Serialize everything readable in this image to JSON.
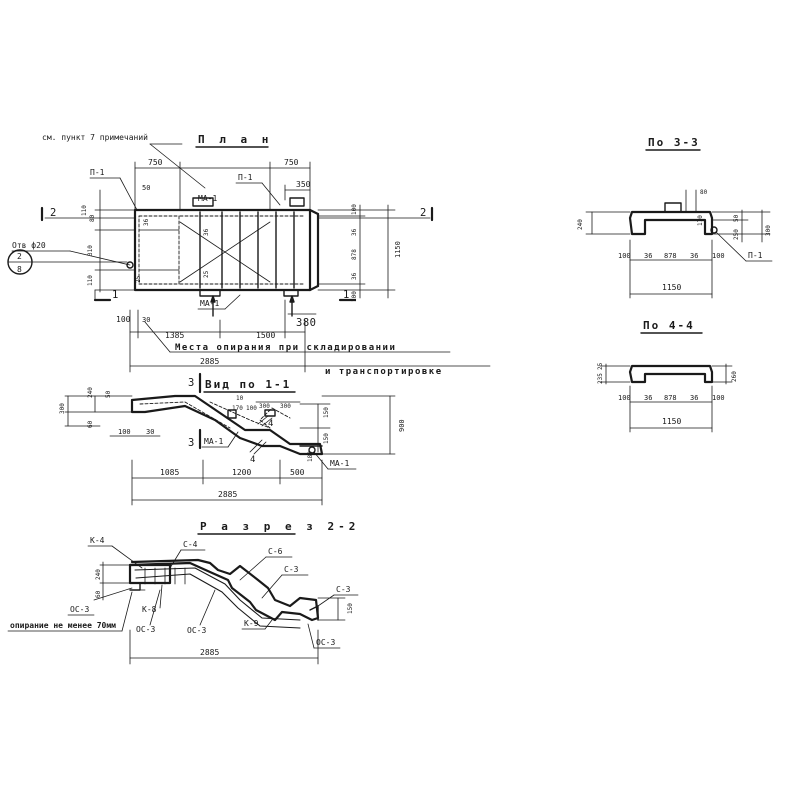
{
  "plan": {
    "title": "П л а н",
    "note_ref": "см. пункт 7 примечаний",
    "dims_top": [
      "750",
      "750",
      "350"
    ],
    "dims_left": [
      "50",
      "110",
      "80",
      "310",
      "110",
      "25"
    ],
    "dims_right": [
      "100",
      "36",
      "878",
      "36",
      "100"
    ],
    "overall_height": "1150",
    "inner_dims": [
      "36",
      "36",
      "25"
    ],
    "dims_bottom": [
      "100",
      "30",
      "1385",
      "1500",
      "380"
    ],
    "overall_length": "2885",
    "labels": {
      "p1_left": "П-1",
      "p1_top": "П-1",
      "ma1_top": "МА-1",
      "ma1_bottom": "МА-1"
    },
    "hole_label": "Отв ф20",
    "hole_ref_top": "2",
    "hole_ref_bottom": "8",
    "section_mark_left": "2",
    "section_mark_right": "2",
    "view_mark_left": "1",
    "view_mark_right": "1",
    "storage_note_line1": "Места опирания при складировании",
    "storage_note_line2": "и транспортировке"
  },
  "view11": {
    "title": "Вид по 1-1",
    "mark_top": "3",
    "mark_bottom": "3",
    "dims_left": [
      "300",
      "240",
      "50",
      "60",
      "100",
      "30"
    ],
    "dims_mid": [
      "10",
      "170",
      "100",
      "300",
      "300",
      "150",
      "150",
      "180"
    ],
    "height": "900",
    "dims_bottom": [
      "1085",
      "1200",
      "500"
    ],
    "overall_length": "2885",
    "labels": {
      "ma1_left": "МА-1",
      "ma1_right": "МА-1",
      "mark_4_top": "4",
      "mark_4_bottom": "4"
    }
  },
  "section22": {
    "title": "Р а з р е з 2-2",
    "labels": [
      "К-4",
      "С-4",
      "С-6",
      "С-3",
      "С-3",
      "К-8",
      "К-9",
      "ОС-3",
      "ОС-3",
      "ОС-3",
      "ОС-3"
    ],
    "dims_left": [
      "240",
      "60"
    ],
    "dim_right": "150",
    "support_note": "опирание не менее 70мм",
    "overall_length": "2885"
  },
  "view33": {
    "title": "По 3-3",
    "dims_top": [
      "80",
      "170"
    ],
    "dims_left": [
      "240"
    ],
    "dims_right": [
      "50",
      "250",
      "300"
    ],
    "dims_bottom": [
      "100",
      "36",
      "878",
      "36",
      "100"
    ],
    "overall_width": "1150",
    "label": "П-1"
  },
  "view44": {
    "title": "По 4-4",
    "dims_left": [
      "25",
      "235"
    ],
    "dims_right": [
      "260"
    ],
    "dims_bottom": [
      "100",
      "36",
      "878",
      "36",
      "100"
    ],
    "overall_width": "1150"
  }
}
